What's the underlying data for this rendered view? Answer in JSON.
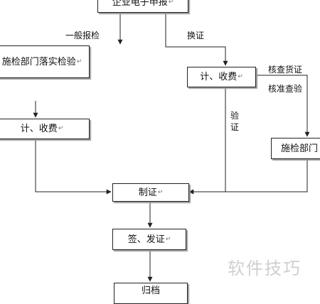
{
  "nodes": {
    "top": "企业电子申报",
    "left_dept": "施检部门落实检验",
    "left_fee": "计、收费",
    "right_fee": "计、收费",
    "right_dept": "施检部门",
    "certify": "制证",
    "sign": "签、发证",
    "bottom": "归档"
  },
  "edge_labels": {
    "general": "一般报检",
    "exchange": "换证",
    "check_goods": "核查货证",
    "approve_inspection": "核准查验",
    "verify": "验证"
  },
  "node_mark": "↵",
  "watermark": "软件技巧"
}
